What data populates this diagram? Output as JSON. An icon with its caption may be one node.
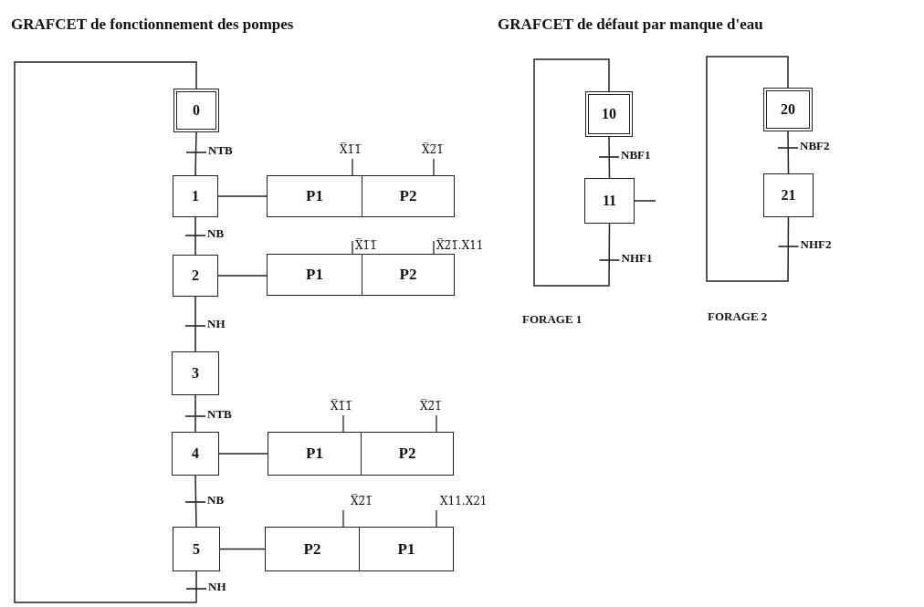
{
  "diagram": {
    "nodes": [
      {
        "text": [
          "0"
        ]
      },
      {
        "text": [
          "1"
        ]
      },
      {
        "text": [
          "2"
        ]
      },
      {
        "text": [
          "3"
        ]
      },
      {
        "text": [
          "4"
        ]
      },
      {
        "text": [
          "5"
        ]
      },
      {
        "text": [
          "P1"
        ],
        "beside": [
          "X̅1̅1̅"
        ]
      },
      {
        "text": [
          "P2"
        ],
        "beside": [
          "X̅2̅1̅"
        ]
      },
      {
        "text": [
          "P1"
        ],
        "beside": [
          "X̅1̅1̅"
        ]
      },
      {
        "text": [
          "P2"
        ],
        "beside": [
          "X̅2̅1̅.X11"
        ]
      },
      {
        "text": [
          "P1"
        ],
        "beside": [
          "X̅1̅1̅"
        ]
      },
      {
        "text": [
          "P2"
        ],
        "beside": [
          "X̅2̅1̅"
        ]
      },
      {
        "text": [
          "P2"
        ],
        "beside": [
          "X̅2̅1̅"
        ]
      },
      {
        "text": [
          "P1"
        ],
        "beside": [
          "X11.X21"
        ]
      },
      {
        "text": [
          "10"
        ]
      },
      {
        "text": [
          "11"
        ]
      },
      {
        "text": [
          "20"
        ]
      },
      {
        "text": [
          "21"
        ]
      }
    ],
    "edges": [
      {
        "from": 0,
        "to": 1,
        "arrow": "none",
        "label": "NTB"
      },
      {
        "from": 1,
        "to": 2,
        "arrow": "none",
        "label": "NB"
      },
      {
        "from": 2,
        "to": 3,
        "arrow": "none",
        "label": "NH"
      },
      {
        "from": 3,
        "to": 4,
        "arrow": "none",
        "label": "NTB"
      },
      {
        "from": 4,
        "to": 5,
        "arrow": "none",
        "label": "NB"
      },
      {
        "from": 5,
        "to": 0,
        "arrow": "none",
        "label": "NH"
      },
      {
        "from": 1,
        "to": 6,
        "arrow": "none"
      },
      {
        "from": 2,
        "to": 8,
        "arrow": "none"
      },
      {
        "from": 4,
        "to": 10,
        "arrow": "none"
      },
      {
        "from": 5,
        "to": 12,
        "arrow": "none"
      },
      {
        "from": 14,
        "to": 15,
        "arrow": "none",
        "label": "NBF1"
      },
      {
        "from": 15,
        "to": 14,
        "arrow": "none",
        "label": "NHF1"
      },
      {
        "from": 15,
        "to": null,
        "arrow": "none"
      },
      {
        "from": 16,
        "to": 17,
        "arrow": "none",
        "label": "NBF2"
      },
      {
        "from": 17,
        "to": 16,
        "arrow": "none",
        "label": "NHF2"
      }
    ],
    "labels": [
      "GRAFCET de fonctionnement des pompes",
      "GRAFCET de défaut par manque d'eau",
      "FORAGE 1",
      "FORAGE 2"
    ]
  }
}
